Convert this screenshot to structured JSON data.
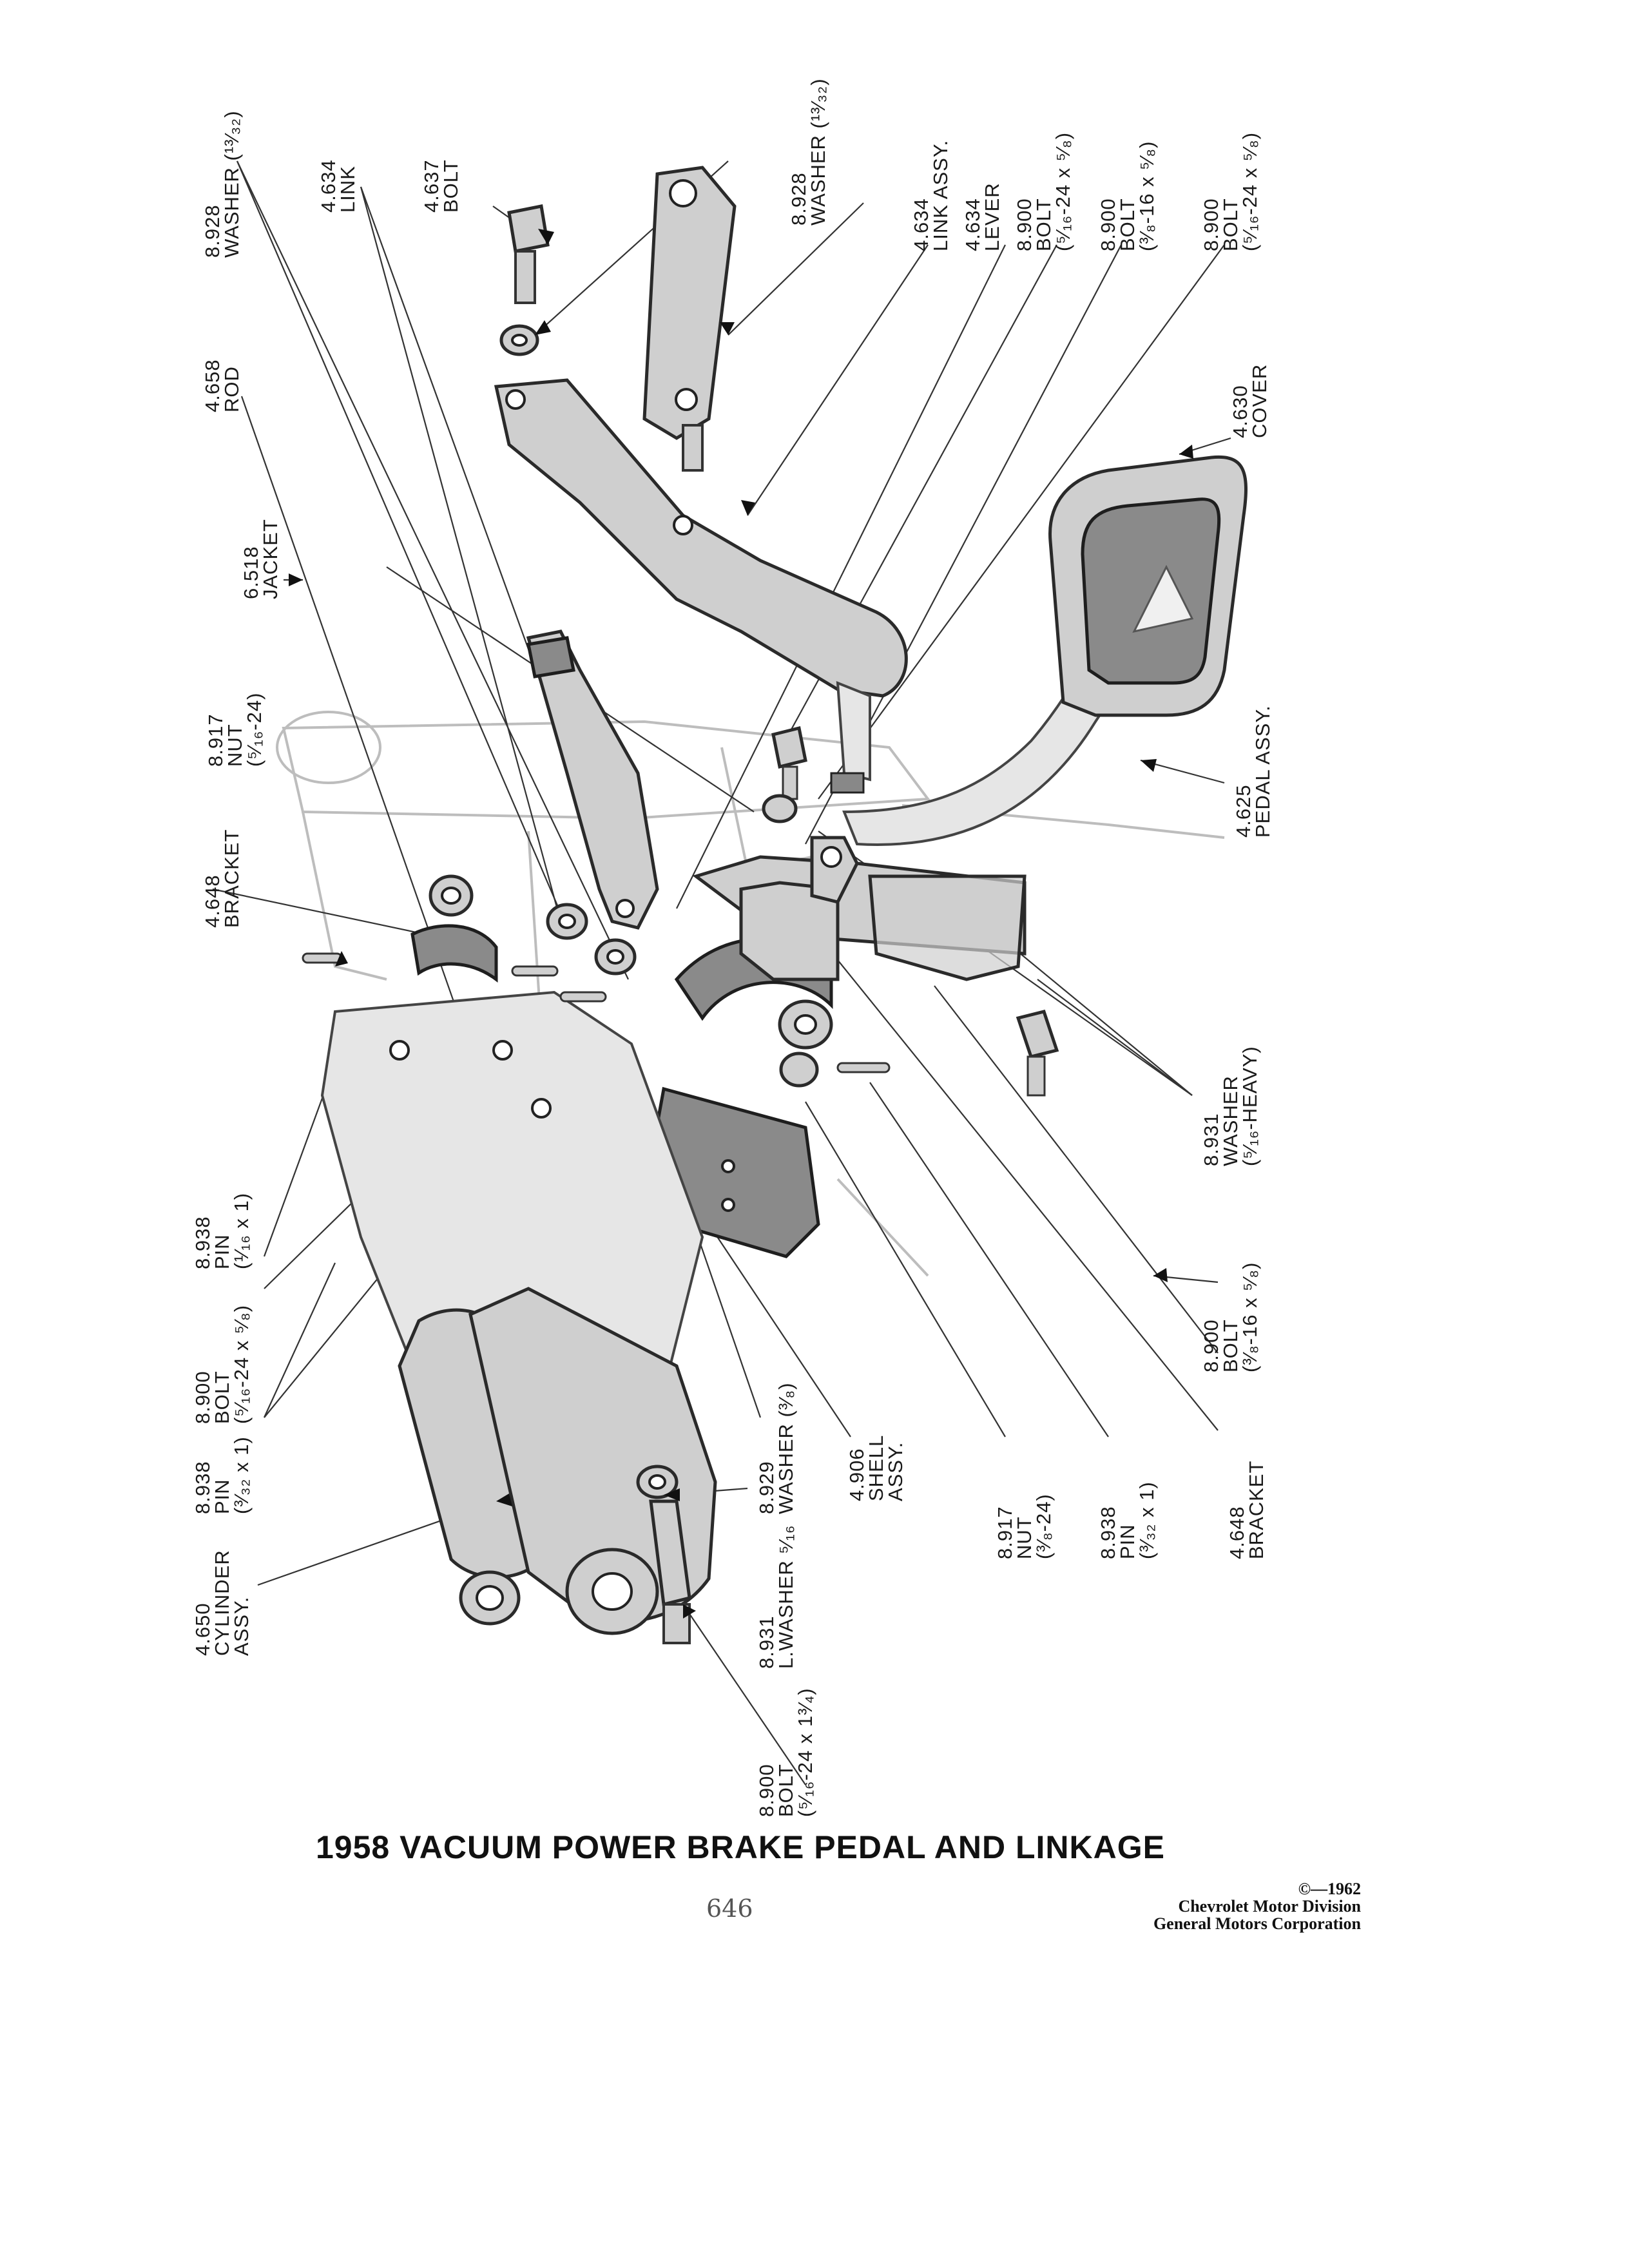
{
  "title": "1958 VACUUM POWER BRAKE PEDAL AND LINKAGE",
  "page_number": "646",
  "copyright": {
    "line1": "©—1962",
    "line2": "Chevrolet Motor Division",
    "line3": "General Motors Corporation"
  },
  "callouts": {
    "washer_top": {
      "num": "8.928",
      "name": "WASHER (¹³⁄₃₂)"
    },
    "link": {
      "num": "4.634",
      "name": "LINK"
    },
    "bolt_637": {
      "num": "4.637",
      "name": "BOLT"
    },
    "washer_928b": {
      "num": "8.928",
      "name": "WASHER (¹³⁄₃₂)"
    },
    "link_assy": {
      "num": "4.634",
      "name": "LINK ASSY."
    },
    "lever": {
      "num": "4.634",
      "name": "LEVER"
    },
    "bolt_5_16_a": {
      "num": "8.900",
      "name": "BOLT",
      "spec": "(⁵⁄₁₆-24 x ⁵⁄₈)"
    },
    "bolt_3_8_a": {
      "num": "8.900",
      "name": "BOLT",
      "spec": "(³⁄₈-16 x ⁵⁄₈)"
    },
    "bolt_5_16_b": {
      "num": "8.900",
      "name": "BOLT",
      "spec": "(⁵⁄₁₆-24 x ⁵⁄₈)"
    },
    "rod": {
      "num": "4.658",
      "name": "ROD"
    },
    "cover": {
      "num": "4.630",
      "name": "COVER"
    },
    "jacket": {
      "num": "6.518",
      "name": "JACKET"
    },
    "nut_5_16": {
      "num": "8.917",
      "name": "NUT",
      "spec": "(⁵⁄₁₆-24)"
    },
    "pedal_assy": {
      "num": "4.625",
      "name": "PEDAL ASSY."
    },
    "bracket_top": {
      "num": "4.648",
      "name": "BRACKET"
    },
    "washer_heavy": {
      "num": "8.931",
      "name": "WASHER",
      "spec": "(⁵⁄₁₆-HEAVY)"
    },
    "pin_1_16": {
      "num": "8.938",
      "name": "PIN",
      "spec": "(¹⁄₁₆ x 1)"
    },
    "bolt_left": {
      "num": "8.900",
      "name": "BOLT",
      "spec": "(⁵⁄₁₆-24 x ⁵⁄₈)"
    },
    "pin_3_32": {
      "num": "8.938",
      "name": "PIN",
      "spec": "(³⁄₃₂ x 1)"
    },
    "cylinder": {
      "num": "4.650",
      "name": "CYLINDER",
      "name2": "ASSY."
    },
    "lwasher": {
      "num": "8.931",
      "name": "L.WASHER ⁵⁄₁₆"
    },
    "washer_3_8": {
      "num": "8.929",
      "name": "WASHER (³⁄₈)"
    },
    "shell": {
      "num": "4.906",
      "name": "SHELL",
      "name2": "ASSY."
    },
    "bolt_long": {
      "num": "8.900",
      "name": "BOLT",
      "spec": "(⁵⁄₁₆-24 x 1³⁄₄)"
    },
    "nut_3_8": {
      "num": "8.917",
      "name": "NUT",
      "spec": "(³⁄₈-24)"
    },
    "pin_3_32b": {
      "num": "8.938",
      "name": "PIN",
      "spec": "(³⁄₃₂ x 1)"
    },
    "bolt_3_8_b": {
      "num": "8.900",
      "name": "BOLT",
      "spec": "(³⁄₈-16 x ⁵⁄₈)"
    },
    "bracket_bottom": {
      "num": "4.648",
      "name": "BRACKET"
    }
  }
}
